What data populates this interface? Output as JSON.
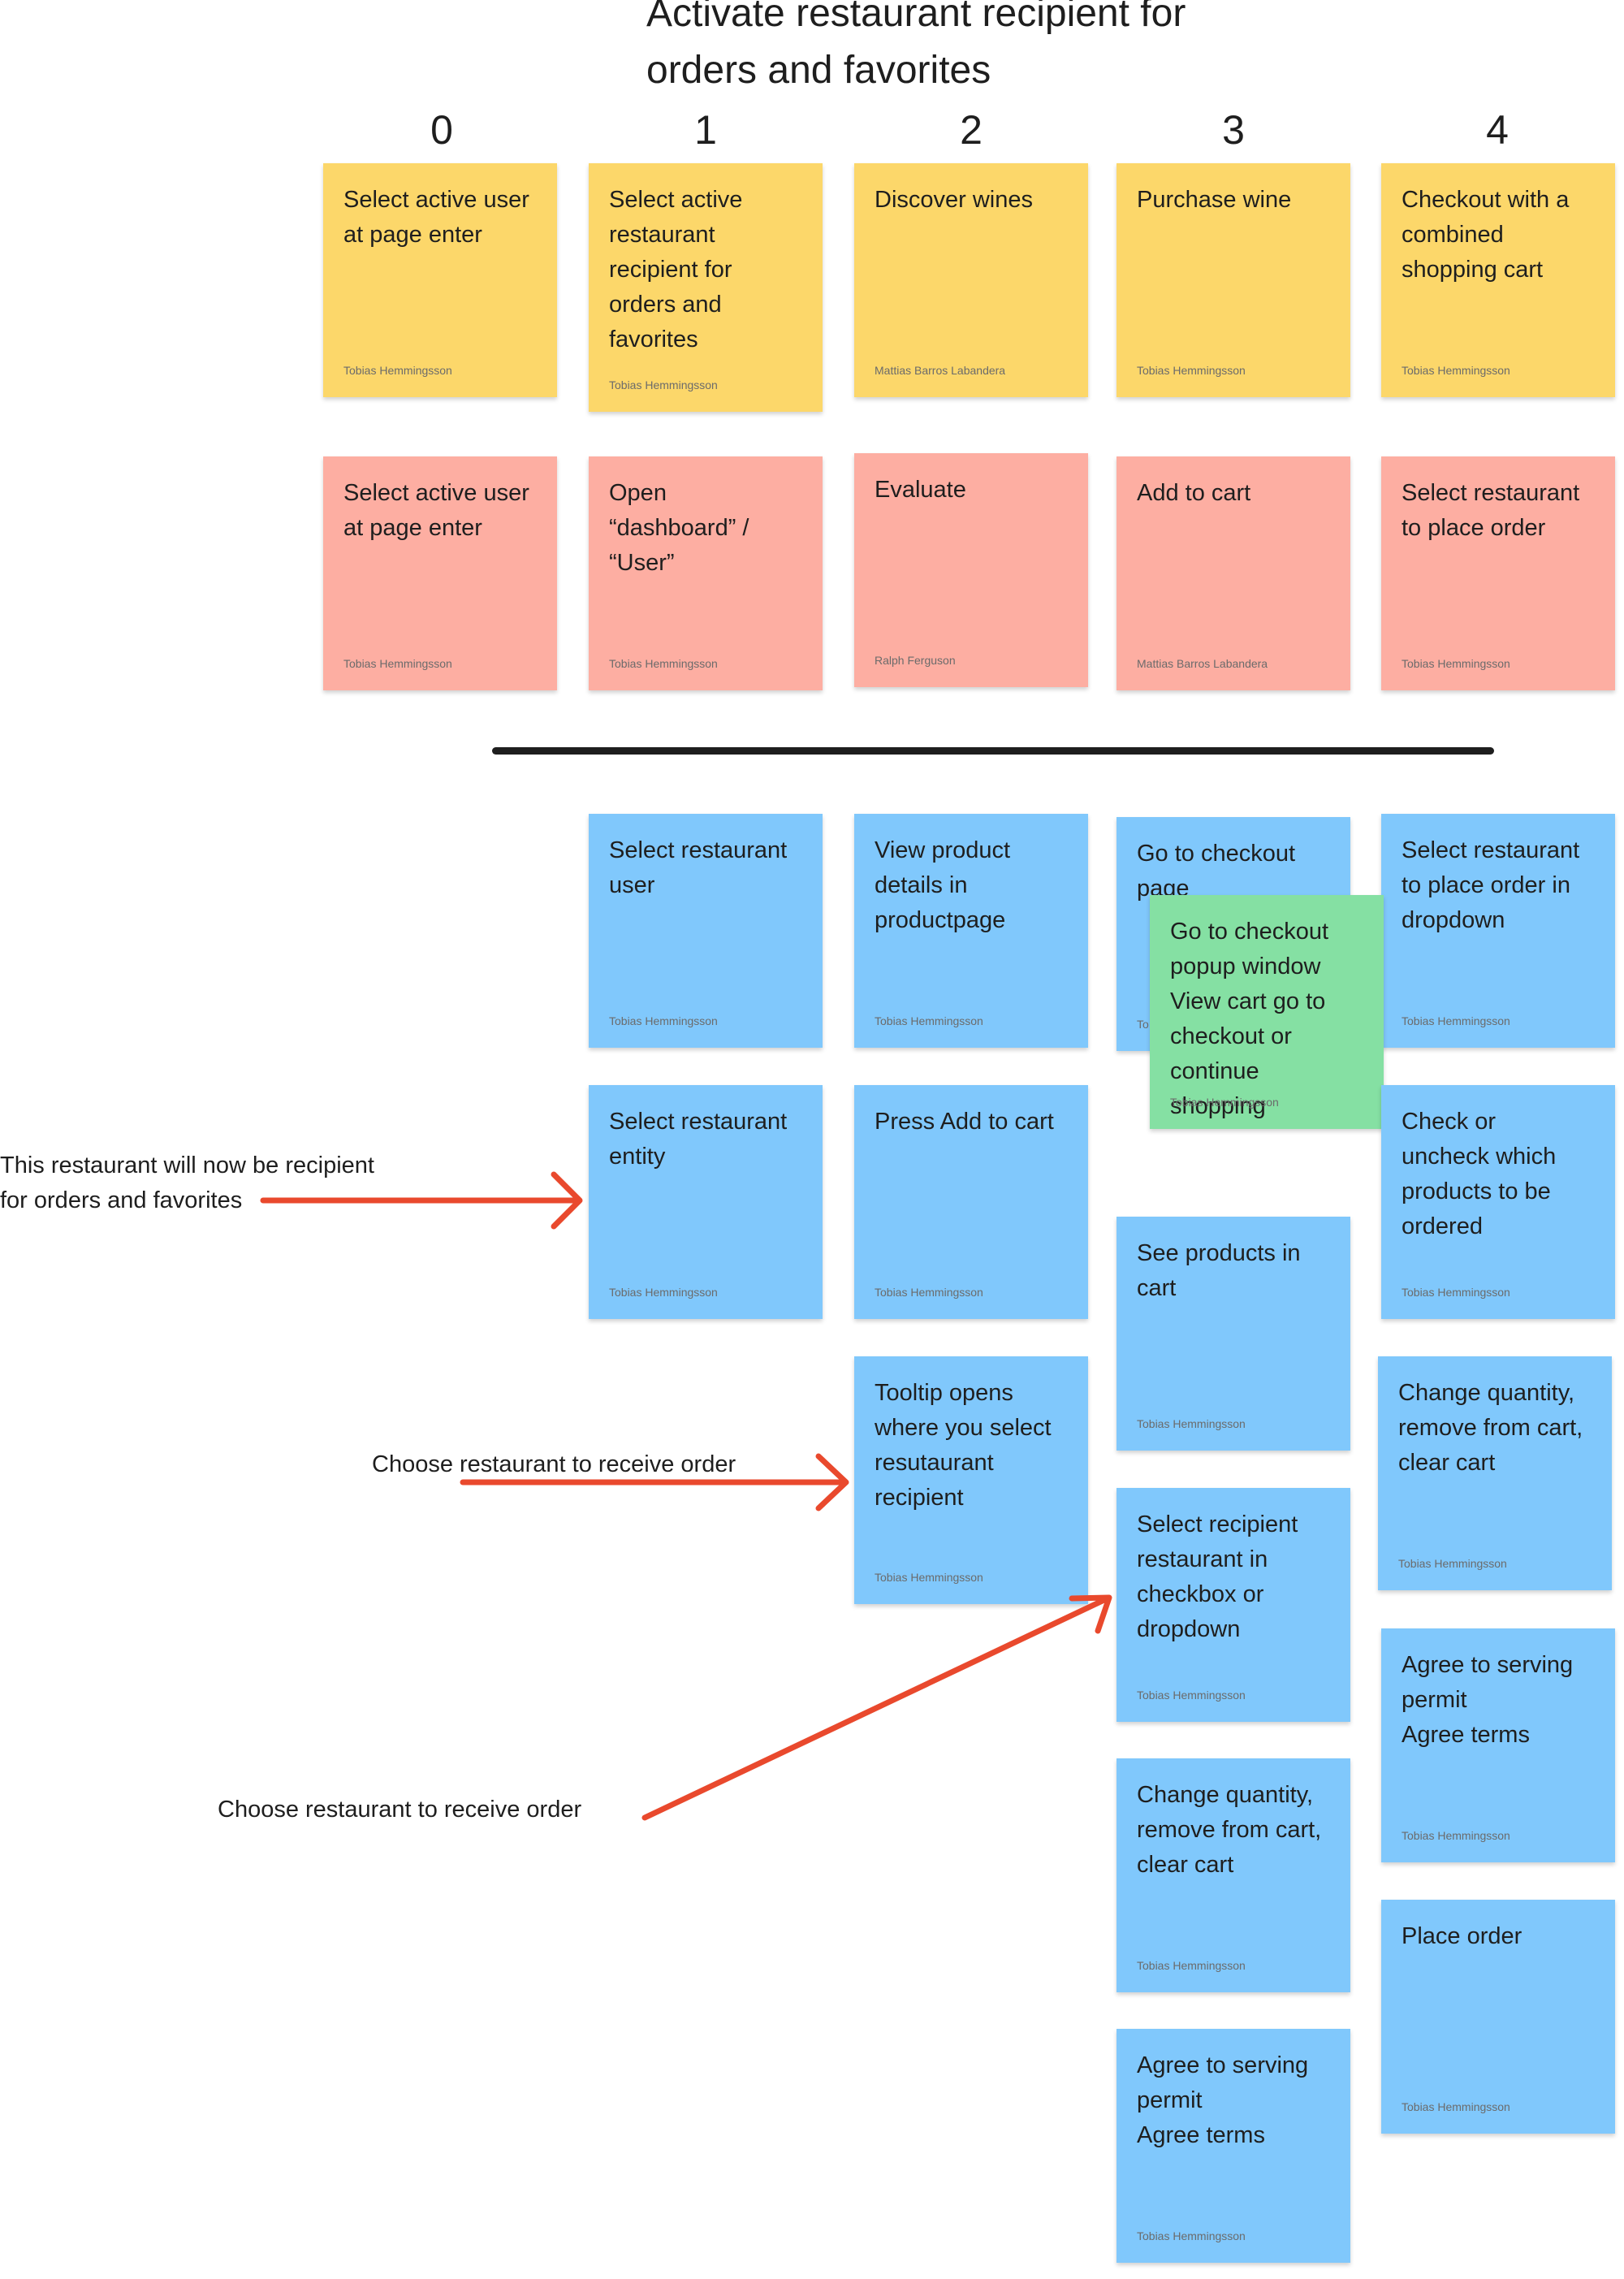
{
  "board": {
    "title": "Activate restaurant recipient for\norders and favorites",
    "columns": [
      "0",
      "1",
      "2",
      "3",
      "4"
    ]
  },
  "colors": {
    "yellow": "#fcd76a",
    "pink": "#fdaea2",
    "blue": "#80c8fc",
    "green": "#85e0a3",
    "arrow": "#e9492d"
  },
  "notes": [
    {
      "text": "Select active user\nat page enter",
      "author": "Tobias Hemmingsson",
      "color": "yellow"
    },
    {
      "text": "Select active\nrestaurant\nrecipient for\norders and\nfavorites",
      "author": "Tobias Hemmingsson",
      "color": "yellow"
    },
    {
      "text": "Discover wines",
      "author": "Mattias Barros Labandera",
      "color": "yellow"
    },
    {
      "text": "Purchase wine",
      "author": "Tobias Hemmingsson",
      "color": "yellow"
    },
    {
      "text": "Checkout with a\ncombined\nshopping cart",
      "author": "Tobias Hemmingsson",
      "color": "yellow"
    },
    {
      "text": "Select active user\nat page enter",
      "author": "Tobias Hemmingsson",
      "color": "pink"
    },
    {
      "text": "Open\n“dashboard” /\n“User”",
      "author": "Tobias Hemmingsson",
      "color": "pink"
    },
    {
      "text": "Evaluate",
      "author": "Ralph Ferguson",
      "color": "pink"
    },
    {
      "text": "Add to cart",
      "author": "Mattias Barros Labandera",
      "color": "pink"
    },
    {
      "text": "Select restaurant\nto place order",
      "author": "Tobias Hemmingsson",
      "color": "pink"
    },
    {
      "text": "Select restaurant\nuser",
      "author": "Tobias Hemmingsson",
      "color": "blue"
    },
    {
      "text": "View product\ndetails in\nproductpage",
      "author": "Tobias Hemmingsson",
      "color": "blue"
    },
    {
      "text": "Go to checkout\npage",
      "author": "To",
      "color": "blue"
    },
    {
      "text": "Select restaurant\nto place order in\ndropdown",
      "author": "Tobias Hemmingsson",
      "color": "blue"
    },
    {
      "text": "Go to checkout\npopup window\nView cart go to\ncheckout or\ncontinue\nshopping",
      "author": "Tobias Hemmingsson",
      "color": "green"
    },
    {
      "text": "Select restaurant\nentity",
      "author": "Tobias Hemmingsson",
      "color": "blue"
    },
    {
      "text": "Press Add to cart",
      "author": "Tobias Hemmingsson",
      "color": "blue"
    },
    {
      "text": "Check or\nuncheck which\nproducts to be\nordered",
      "author": "Tobias Hemmingsson",
      "color": "blue"
    },
    {
      "text": "See products in\ncart",
      "author": "Tobias Hemmingsson",
      "color": "blue"
    },
    {
      "text": "Tooltip opens\nwhere you select\nresutaurant\nrecipient",
      "author": "Tobias Hemmingsson",
      "color": "blue"
    },
    {
      "text": "Change quantity,\nremove from cart,\nclear cart",
      "author": "Tobias Hemmingsson",
      "color": "blue"
    },
    {
      "text": "Select recipient\nrestaurant in\ncheckbox or\ndropdown",
      "author": "Tobias Hemmingsson",
      "color": "blue"
    },
    {
      "text": "Agree to serving\npermit\nAgree terms",
      "author": "Tobias Hemmingsson",
      "color": "blue"
    },
    {
      "text": "Change quantity,\nremove from cart,\nclear cart",
      "author": "Tobias Hemmingsson",
      "color": "blue"
    },
    {
      "text": "Place order",
      "author": "Tobias Hemmingsson",
      "color": "blue"
    },
    {
      "text": "Agree to serving\npermit\nAgree terms",
      "author": "Tobias Hemmingsson",
      "color": "blue"
    }
  ],
  "annotations": [
    {
      "text": "This restaurant will now be recipient\nfor orders and favorites"
    },
    {
      "text": "Choose restaurant to receive order"
    },
    {
      "text": "Choose restaurant to receive order"
    }
  ]
}
